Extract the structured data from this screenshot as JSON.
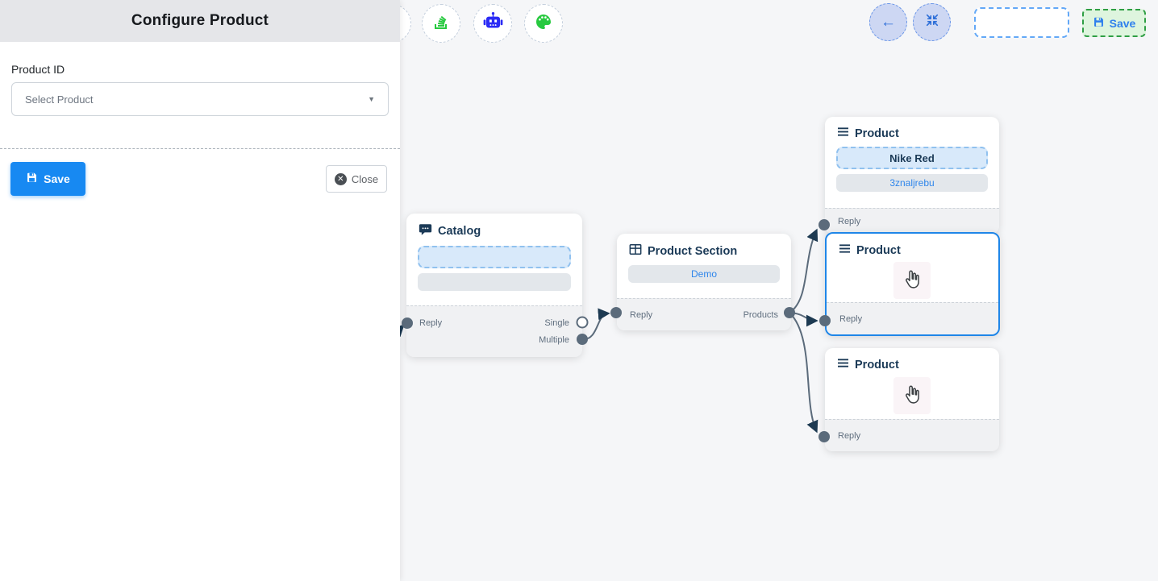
{
  "panel": {
    "title": "Configure Product",
    "product_id_label": "Product ID",
    "select_placeholder": "Select Product",
    "save_label": "Save",
    "close_label": "Close"
  },
  "toolbar": {
    "left_icons": [
      "stack-icon",
      "robot-icon",
      "palette-icon"
    ],
    "back_icon": "arrow-left-icon",
    "fit_icon": "fit-view-icon",
    "save_label": "Save"
  },
  "nodes": {
    "catalog": {
      "title": "Catalog",
      "reply_label": "Reply",
      "single_label": "Single",
      "multiple_label": "Multiple"
    },
    "product_section": {
      "title": "Product Section",
      "demo_label": "Demo",
      "reply_label": "Reply",
      "products_label": "Products"
    },
    "product_1": {
      "title": "Product",
      "item_1": "Nike Red",
      "item_2": "3znaljrebu",
      "reply_label": "Reply"
    },
    "product_2": {
      "title": "Product",
      "reply_label": "Reply"
    },
    "product_3": {
      "title": "Product",
      "reply_label": "Reply"
    }
  },
  "colors": {
    "accent_blue": "#1789f2",
    "link_blue": "#2f86eb",
    "node_title": "#1b3a57",
    "edge": "#5b6b7b",
    "arrowhead": "#1d3a52",
    "icon_green": "#27c93f",
    "icon_robot_blue": "#2b2bf5",
    "toolbar_green_bg": "#def5de",
    "toolbar_green_border": "#2f9e44",
    "toolbar_circle_lavender": "#cdd7f3",
    "selected_node_border": "#1f86e8"
  }
}
